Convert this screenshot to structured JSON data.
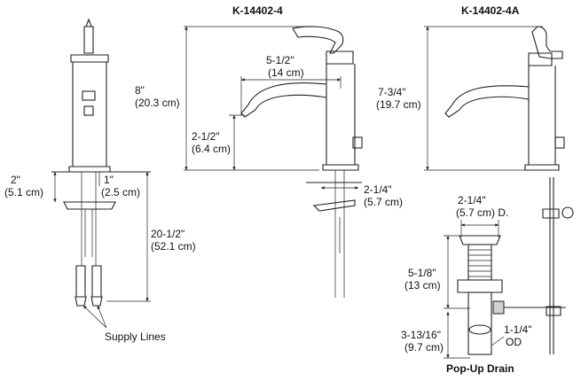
{
  "titles": {
    "model_a": "K-14402-4",
    "model_b": "K-14402-4A",
    "drain": "Pop-Up Drain"
  },
  "labels": {
    "side_total_height": "2\"",
    "side_total_height_cm": "(5.1 cm)",
    "side_plate": "1\"",
    "side_plate_cm": "(2.5 cm)",
    "supply_length": "20-1/2\"",
    "supply_length_cm": "(52.1 cm)",
    "supply_lines": "Supply Lines",
    "a_height": "8\"",
    "a_height_cm": "(20.3 cm)",
    "a_reach": "5-1/2\"",
    "a_reach_cm": "(14 cm)",
    "a_spout_height": "2-1/2\"",
    "a_spout_height_cm": "(6.4 cm)",
    "a_base": "2-1/4\"",
    "a_base_cm": "(5.7 cm)",
    "b_height": "7-3/4\"",
    "b_height_cm": "(19.7 cm)",
    "drain_dia": "2-1/4\"",
    "drain_dia_cm": "(5.7 cm) D.",
    "drain_len": "5-1/8\"",
    "drain_len_cm": "(13 cm)",
    "drain_tail": "3-13/16\"",
    "drain_tail_cm": "(9.7 cm)",
    "drain_od": "1-1/4\"",
    "drain_od_unit": "OD"
  },
  "icons": {
    "dimension_arrow": "dimension-arrow-icon"
  }
}
